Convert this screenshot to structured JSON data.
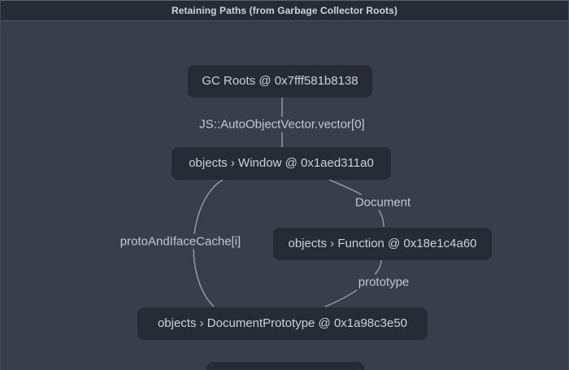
{
  "titlebar": {
    "title": "Retaining Paths (from Garbage Collector Roots)"
  },
  "graph": {
    "nodes": [
      {
        "label": "GC Roots @ 0x7fff581b8138"
      },
      {
        "label": "objects › Window @ 0x1aed311a0"
      },
      {
        "label": "objects › Function @ 0x18e1c4a60"
      },
      {
        "label": "objects › DocumentPrototype @ 0x1a98c3e50"
      }
    ],
    "edges": [
      {
        "label": "JS::AutoObjectVector.vector[0]"
      },
      {
        "label": "Document"
      },
      {
        "label": "protoAndIfaceCache[i]"
      },
      {
        "label": "prototype"
      }
    ]
  },
  "colors": {
    "background": "#393e4a",
    "titlebar_bg": "#262b36",
    "node_bg": "#262b36",
    "node_text": "#ccd1d9",
    "edge_line": "#9aa0ab",
    "edge_label_text": "#c3c8d1",
    "title_text": "#ced3db"
  }
}
